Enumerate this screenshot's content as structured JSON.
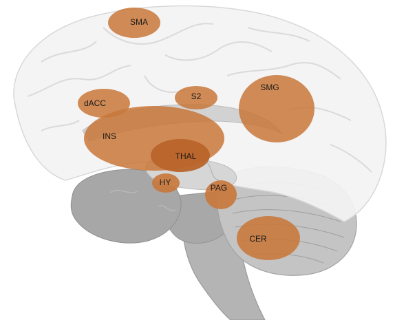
{
  "diagram": {
    "regions": [
      {
        "key": "sma",
        "label": "SMA"
      },
      {
        "key": "dacc",
        "label": "dACC"
      },
      {
        "key": "s2",
        "label": "S2"
      },
      {
        "key": "smg",
        "label": "SMG"
      },
      {
        "key": "ins",
        "label": "INS"
      },
      {
        "key": "thal",
        "label": "THAL"
      },
      {
        "key": "hy",
        "label": "HY"
      },
      {
        "key": "pag",
        "label": "PAG"
      },
      {
        "key": "cer",
        "label": "CER"
      }
    ],
    "colors": {
      "region_fill": "#c8773a",
      "region_fill_deep": "#b8642a",
      "cortex_fill": "#f1f1f1",
      "cortex_stroke": "#d6d6d6",
      "brainstem_fill": "#a9a9a9",
      "cerebellum_fill": "#bdbdbd",
      "deep_fill": "#cfcfcf"
    }
  }
}
